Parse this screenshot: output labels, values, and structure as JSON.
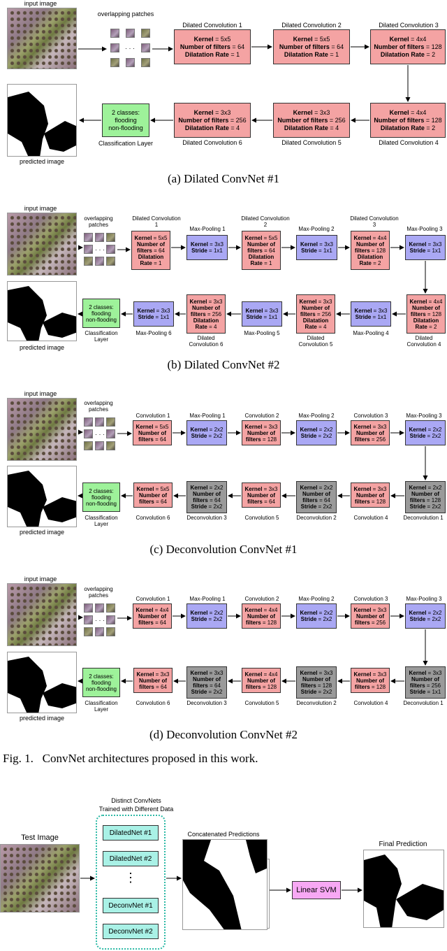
{
  "common": {
    "input_image": "input image",
    "overlapping_patches": "overlapping patches",
    "dots": "· · ·",
    "predicted_image": "predicted image",
    "classes_line1": "2 classes:",
    "classes_line2": "flooding",
    "classes_line3": "non-flooding",
    "classification_layer": "Classification Layer"
  },
  "kw": {
    "kernel": "Kernel",
    "number_of_filters": "Number of filters",
    "dilatation_rate": "Dilatation Rate",
    "stride": "Stride"
  },
  "panel_a": {
    "caption": "(a) Dilated ConvNet #1",
    "layers": [
      {
        "name": "Dilated Convolution 1",
        "kernel": "5x5",
        "filters": "64",
        "rate": "1"
      },
      {
        "name": "Dilated Convolution 2",
        "kernel": "5x5",
        "filters": "64",
        "rate": "1"
      },
      {
        "name": "Dilated Convolution 3",
        "kernel": "4x4",
        "filters": "128",
        "rate": "2"
      },
      {
        "name": "Dilated Convolution 4",
        "kernel": "4x4",
        "filters": "128",
        "rate": "2"
      },
      {
        "name": "Dilated Convolution 5",
        "kernel": "3x3",
        "filters": "256",
        "rate": "4"
      },
      {
        "name": "Dilated Convolution 6",
        "kernel": "3x3",
        "filters": "256",
        "rate": "4"
      }
    ]
  },
  "panel_b": {
    "caption": "(b) Dilated ConvNet #2",
    "layers": [
      {
        "name": "Dilated Convolution 1",
        "kernel": "5x5",
        "filters": "64",
        "rate": "1"
      },
      {
        "name": "Max-Pooling 1",
        "kernel": "3x3",
        "stride": "1x1"
      },
      {
        "name": "Dilated Convolution 2",
        "kernel": "5x5",
        "filters": "64",
        "rate": "1"
      },
      {
        "name": "Max-Pooling 2",
        "kernel": "3x3",
        "stride": "1x1"
      },
      {
        "name": "Dilated Convolution 3",
        "kernel": "4x4",
        "filters": "128",
        "rate": "2"
      },
      {
        "name": "Max-Pooling 3",
        "kernel": "3x3",
        "stride": "1x1"
      },
      {
        "name": "Dilated Convolution 4",
        "kernel": "4x4",
        "filters": "128",
        "rate": "2"
      },
      {
        "name": "Max-Pooling 4",
        "kernel": "3x3",
        "stride": "1x1"
      },
      {
        "name": "Dilated Convolution 5",
        "kernel": "3x3",
        "filters": "256",
        "rate": "4"
      },
      {
        "name": "Max-Pooling 5",
        "kernel": "3x3",
        "stride": "1x1"
      },
      {
        "name": "Dilated Convolution 6",
        "kernel": "3x3",
        "filters": "256",
        "rate": "4"
      },
      {
        "name": "Max-Pooling 6",
        "kernel": "3x3",
        "stride": "1x1"
      }
    ]
  },
  "panel_c": {
    "caption": "(c) Deconvolution ConvNet #1",
    "layers": [
      {
        "name": "Convolution 1",
        "kernel": "5x5",
        "filters": "64"
      },
      {
        "name": "Max-Pooling 1",
        "kernel": "2x2",
        "stride": "2x2"
      },
      {
        "name": "Convolution 2",
        "kernel": "3x3",
        "filters": "128"
      },
      {
        "name": "Max-Pooling 2",
        "kernel": "2x2",
        "stride": "2x2"
      },
      {
        "name": "Convolution 3",
        "kernel": "3x3",
        "filters": "256"
      },
      {
        "name": "Max-Pooling 3",
        "kernel": "2x2",
        "stride": "2x2"
      },
      {
        "name": "Deconvolution 1",
        "kernel": "2x2",
        "filters": "128",
        "stride": "2x2"
      },
      {
        "name": "Convolution 4",
        "kernel": "3x3",
        "filters": "128"
      },
      {
        "name": "Deconvolution 2",
        "kernel": "2x2",
        "filters": "64",
        "stride": "2x2"
      },
      {
        "name": "Convolution 5",
        "kernel": "3x3",
        "filters": "64"
      },
      {
        "name": "Deconvolution 3",
        "kernel": "2x2",
        "filters": "64",
        "stride": "2x2"
      },
      {
        "name": "Convolution 6",
        "kernel": "5x5",
        "filters": "64"
      }
    ]
  },
  "panel_d": {
    "caption": "(d) Deconvolution ConvNet #2",
    "layers": [
      {
        "name": "Convolution 1",
        "kernel": "4x4",
        "filters": "64"
      },
      {
        "name": "Max-Pooling 1",
        "kernel": "2x2",
        "stride": "2x2"
      },
      {
        "name": "Convolution 2",
        "kernel": "4x4",
        "filters": "128"
      },
      {
        "name": "Max-Pooling 2",
        "kernel": "2x2",
        "stride": "2x2"
      },
      {
        "name": "Convolution 3",
        "kernel": "3x3",
        "filters": "256"
      },
      {
        "name": "Max-Pooling 3",
        "kernel": "2x2",
        "stride": "2x2"
      },
      {
        "name": "Deconvolution 1",
        "kernel": "3x3",
        "filters": "256",
        "stride": "1x1"
      },
      {
        "name": "Convolution 4",
        "kernel": "3x3",
        "filters": "128"
      },
      {
        "name": "Deconvolution 2",
        "kernel": "3x3",
        "filters": "128",
        "stride": "2x2"
      },
      {
        "name": "Convolution 5",
        "kernel": "4x4",
        "filters": "128"
      },
      {
        "name": "Deconvolution 3",
        "kernel": "3x3",
        "filters": "64",
        "stride": "2x2"
      },
      {
        "name": "Convolution 6",
        "kernel": "3x3",
        "filters": "64"
      }
    ]
  },
  "fig1_caption": "Fig. 1.   ConvNet architectures proposed in this work.",
  "ensemble": {
    "test_image": "Test Image",
    "distinct_line1": "Distinct ConvNets",
    "distinct_line2": "Trained with Different Data",
    "nets": [
      "DilatedNet #1",
      "DilatedNet #2",
      "DeconvNet #1",
      "DeconvNet #2"
    ],
    "vdots": "⋮",
    "concatenated": "Concatenated Predictions",
    "svm": "Linear SVM",
    "final": "Final Prediction"
  },
  "colors": {
    "convolution": "#f4a3a3",
    "pooling": "#aaa8f4",
    "deconvolution": "#9a9a9a",
    "classification": "#9ef29a",
    "svm": "#f7a8f4",
    "ensemble_net": "#a9f1e6"
  }
}
